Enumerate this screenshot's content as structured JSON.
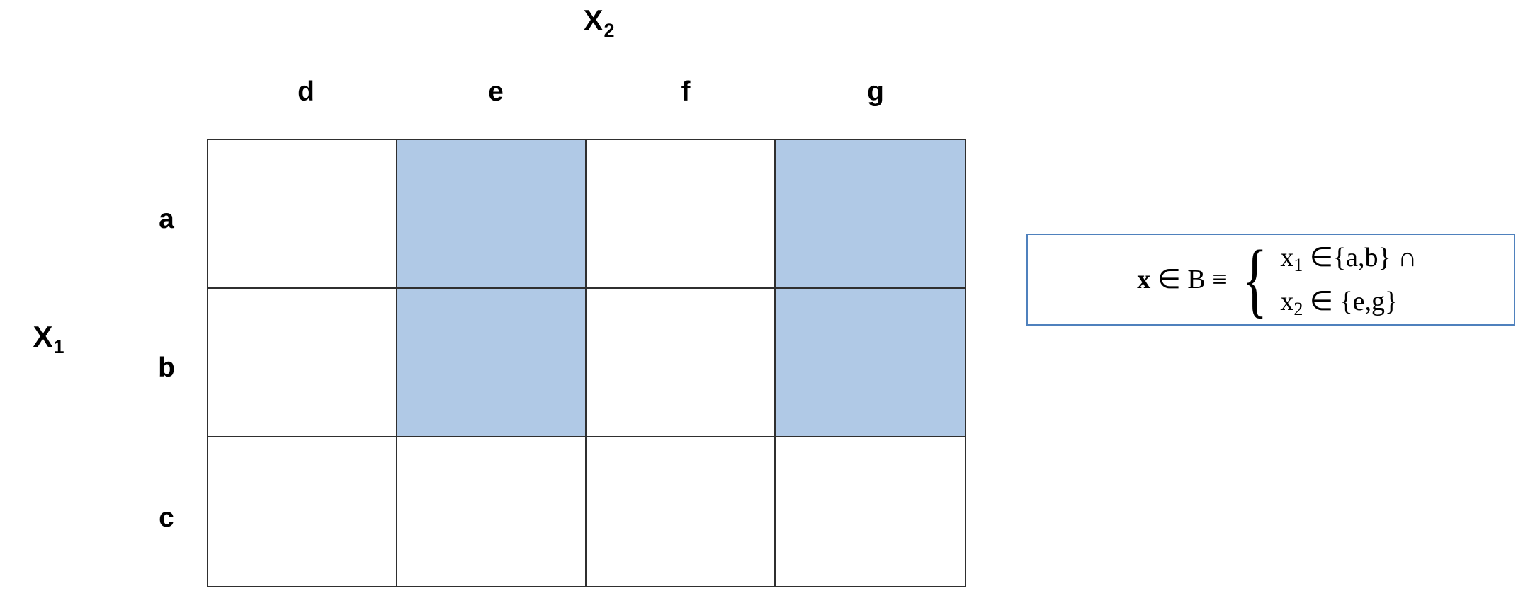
{
  "axes": {
    "x_axis_label": "X",
    "x_axis_sub": "2",
    "y_axis_label": "X",
    "y_axis_sub": "1"
  },
  "grid": {
    "column_headers": [
      "d",
      "e",
      "f",
      "g"
    ],
    "row_headers": [
      "a",
      "b",
      "c"
    ],
    "selected_fill_color": "#b0c9e6",
    "border_color": "#2f2f2f",
    "cells": [
      [
        false,
        true,
        false,
        true
      ],
      [
        false,
        true,
        false,
        true
      ],
      [
        false,
        false,
        false,
        false
      ]
    ]
  },
  "formula": {
    "border_color": "#4f81bd",
    "lhs_var": "x",
    "lhs_rest": " ∈ B ≡",
    "brace": "⎧",
    "line1_var": "x",
    "line1_sub": "1",
    "line1_rest": " ∈{a,b} ∩",
    "line2_var": "x",
    "line2_sub": "2",
    "line2_rest": " ∈ {e,g}"
  },
  "chart_data": {
    "type": "heatmap",
    "title": "",
    "xlabel": "X2",
    "ylabel": "X1",
    "x_categories": [
      "d",
      "e",
      "f",
      "g"
    ],
    "y_categories": [
      "a",
      "b",
      "c"
    ],
    "values": [
      [
        0,
        1,
        0,
        1
      ],
      [
        0,
        1,
        0,
        1
      ],
      [
        0,
        0,
        0,
        0
      ]
    ],
    "legend": [],
    "grid": true,
    "annotation": "x ∈ B ≡ { x1 ∈ {a,b} ∩ x2 ∈ {e,g} }"
  }
}
